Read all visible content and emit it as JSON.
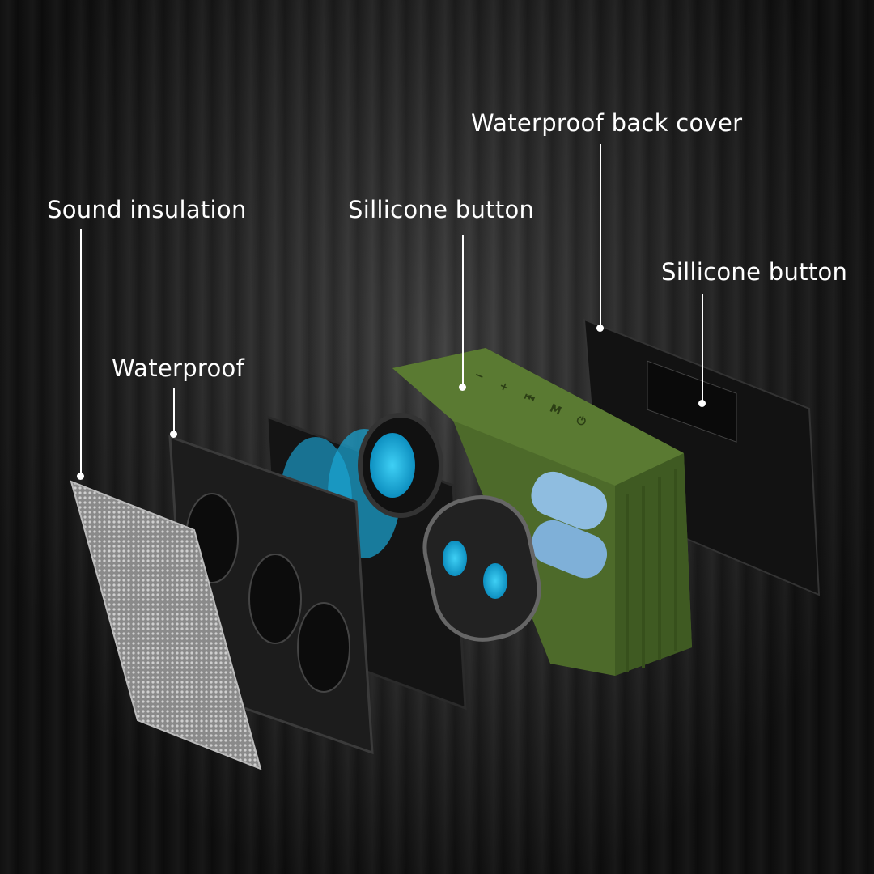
{
  "callouts": {
    "back_cover": "Waterproof back cover",
    "sound_insulation": "Sound insulation",
    "silicone_button_top": "Sillicone button",
    "silicone_button_side": "Sillicone button",
    "waterproof": "Waterproof"
  },
  "button_symbols": [
    "−",
    "+",
    "⏮",
    "M",
    "⏻"
  ],
  "colors": {
    "housing": "#4d6a2a",
    "driver": "#19b4e0",
    "frame": "#161616"
  }
}
